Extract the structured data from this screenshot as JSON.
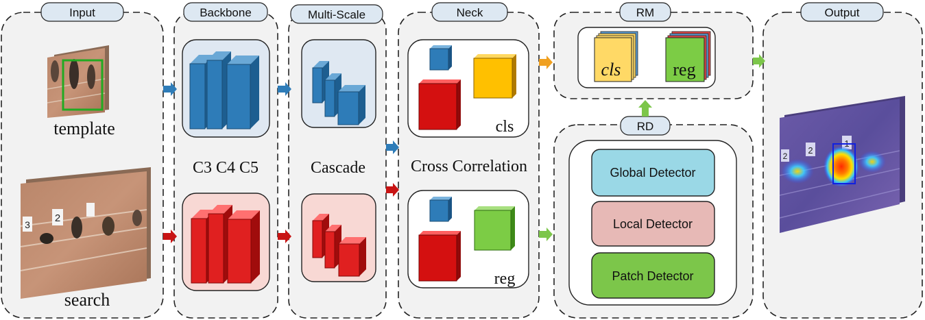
{
  "stages": {
    "input": "Input",
    "backbone": "Backbone",
    "multiscale": "Multi-Scale",
    "neck": "Neck",
    "rm": "RM",
    "rd": "RD",
    "output": "Output"
  },
  "input": {
    "template_label": "template",
    "search_label": "search"
  },
  "backbone": {
    "caption": "C3 C4 C5"
  },
  "multiscale": {
    "caption": "Cascade"
  },
  "neck": {
    "caption": "Cross Correlation",
    "cls_label": "cls",
    "reg_label": "reg"
  },
  "rm": {
    "cls_label": "cls",
    "reg_label": "reg"
  },
  "rd": {
    "global": "Global Detector",
    "local": "Local Detector",
    "patch": "Patch Detector"
  },
  "output": {
    "bib_numbers": [
      "2",
      "1",
      "2"
    ]
  },
  "colors": {
    "blue": "#2e7cb8",
    "red": "#e02020",
    "yellow": "#ffc000",
    "green": "#7ccc45",
    "orange_arrow": "#f0a020",
    "green_arrow": "#7cc64a",
    "global_box": "#9ad8e6",
    "local_box": "#e7b9b6",
    "patch_box": "#7cc64a",
    "panel_bg": "#f2f2f2",
    "tag_bg": "#dde8f2"
  }
}
